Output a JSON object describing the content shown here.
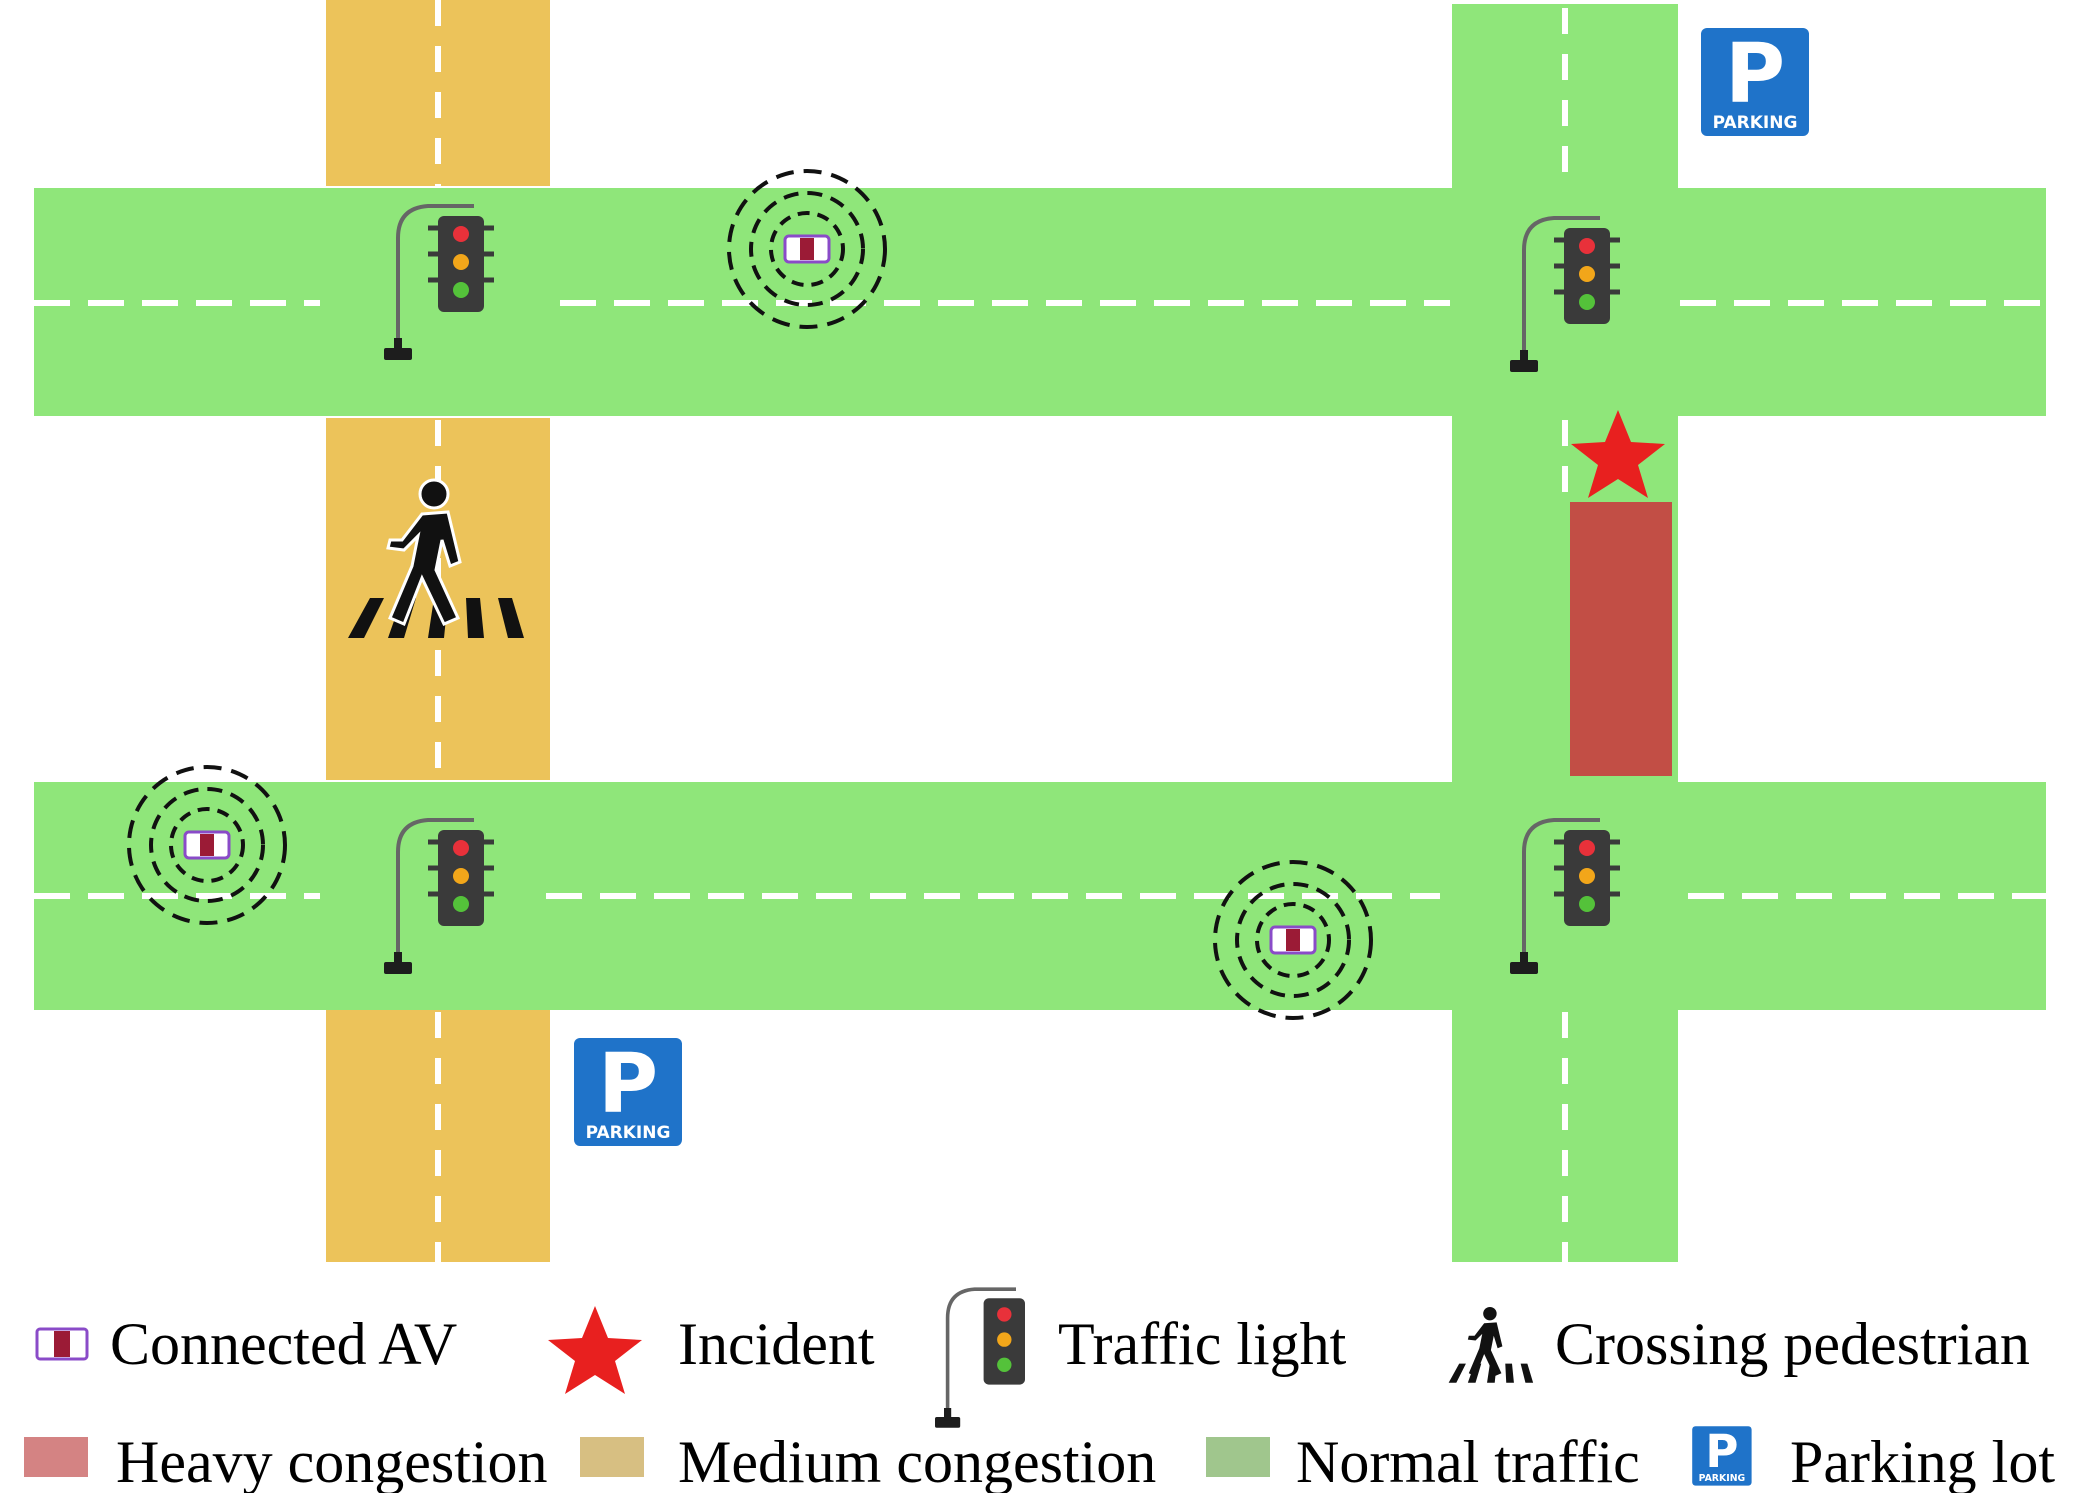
{
  "colors": {
    "normal_traffic": "#8fe67a",
    "medium_congestion": "#ecc35a",
    "heavy_congestion": "#c24e45",
    "incident": "#e8201f",
    "parking_blue": "#1f73c9",
    "av_purple": "#8a4bc8",
    "av_maroon": "#9b1b36",
    "legend_heavy": "#d48383",
    "legend_medium": "#d7bf82",
    "legend_normal": "#a0c68d"
  },
  "icons": {
    "connected_av": "car-icon",
    "incident": "star-icon",
    "traffic_light": "traffic-light-icon",
    "pedestrian": "pedestrian-crossing-icon",
    "parking": "parking-sign-icon"
  },
  "map": {
    "parking_sign_text": "PARKING",
    "parking_sign_letter": "P"
  },
  "legend": {
    "connected_av": "Connected AV",
    "incident": "Incident",
    "traffic_light": "Traffic light",
    "crossing_pedestrian": "Crossing pedestrian",
    "heavy_congestion": "Heavy congestion",
    "medium_congestion": "Medium congestion",
    "normal_traffic": "Normal traffic",
    "parking_lot": "Parking lot"
  }
}
